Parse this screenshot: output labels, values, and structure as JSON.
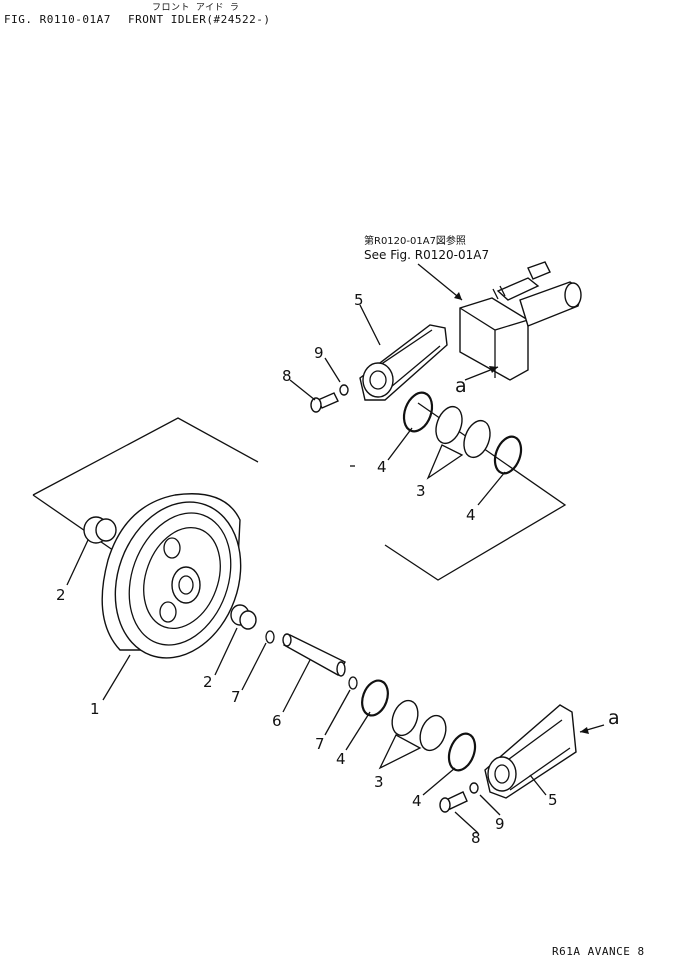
{
  "header": {
    "fig_label": "FIG. R0110-01A7",
    "title_jp": "フロント アイド ラ",
    "title_en": "FRONT  IDLER(#24522-)"
  },
  "reference": {
    "jp": "第R0120-01A7図参照",
    "en": "See Fig. R0120-01A7"
  },
  "callouts": {
    "idler": "1",
    "bushing_left": "2",
    "bushing_right": "2",
    "seal_ring_upper": "3",
    "seal_ring_lower": "3",
    "oring_upper_left": "4",
    "oring_upper_right": "4",
    "oring_lower_left": "4",
    "oring_lower_right": "4",
    "support_upper": "5",
    "support_lower": "5",
    "shaft": "6",
    "oring_small_left": "7",
    "oring_small_right": "7",
    "bolt_upper": "8",
    "bolt_lower": "8",
    "washer_upper": "9",
    "washer_lower": "9"
  },
  "arrows": {
    "upper": "a",
    "lower": "a"
  },
  "footer": "R61A  AVANCE  8"
}
